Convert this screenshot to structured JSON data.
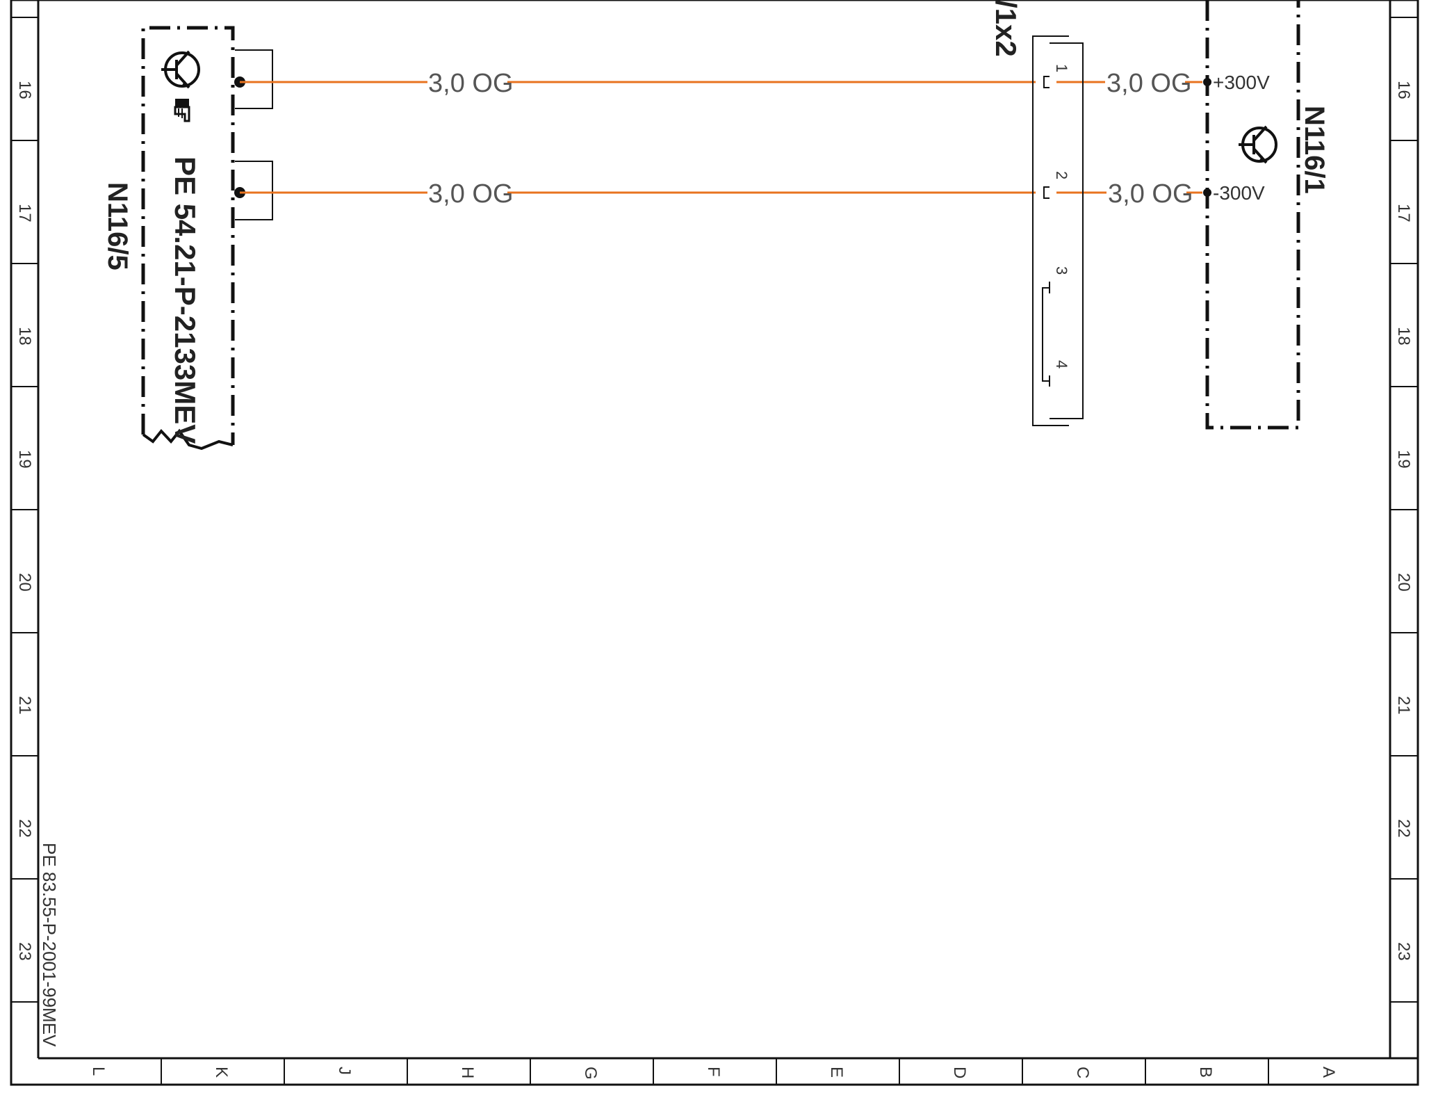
{
  "grid": {
    "rows": [
      "16",
      "17",
      "18",
      "19",
      "20",
      "21",
      "22",
      "23"
    ],
    "columns": [
      "L",
      "K",
      "J",
      "H",
      "G",
      "F",
      "E",
      "D",
      "C",
      "B",
      "A"
    ]
  },
  "components": {
    "left_unit": {
      "id": "N116/5",
      "reference": "PE  54.21-P-2133MEV"
    },
    "right_unit": {
      "id": "N116/1"
    },
    "connector": {
      "label": "/1x2",
      "pins": [
        "1",
        "2",
        "3",
        "4"
      ]
    }
  },
  "wires": [
    {
      "label_left": "3,0  OG",
      "label_right": "3,0  OG",
      "terminal": "+300V"
    },
    {
      "label_left": "3,0  OG",
      "label_right": "3,0  OG",
      "terminal": "-300V"
    }
  ],
  "footer": {
    "reference": "PE 83.55-P-2001-99MEV"
  },
  "colors": {
    "wire": "#e8731f",
    "line": "#111111"
  },
  "icons": [
    "transistor-icon",
    "pointing-hand-icon"
  ]
}
